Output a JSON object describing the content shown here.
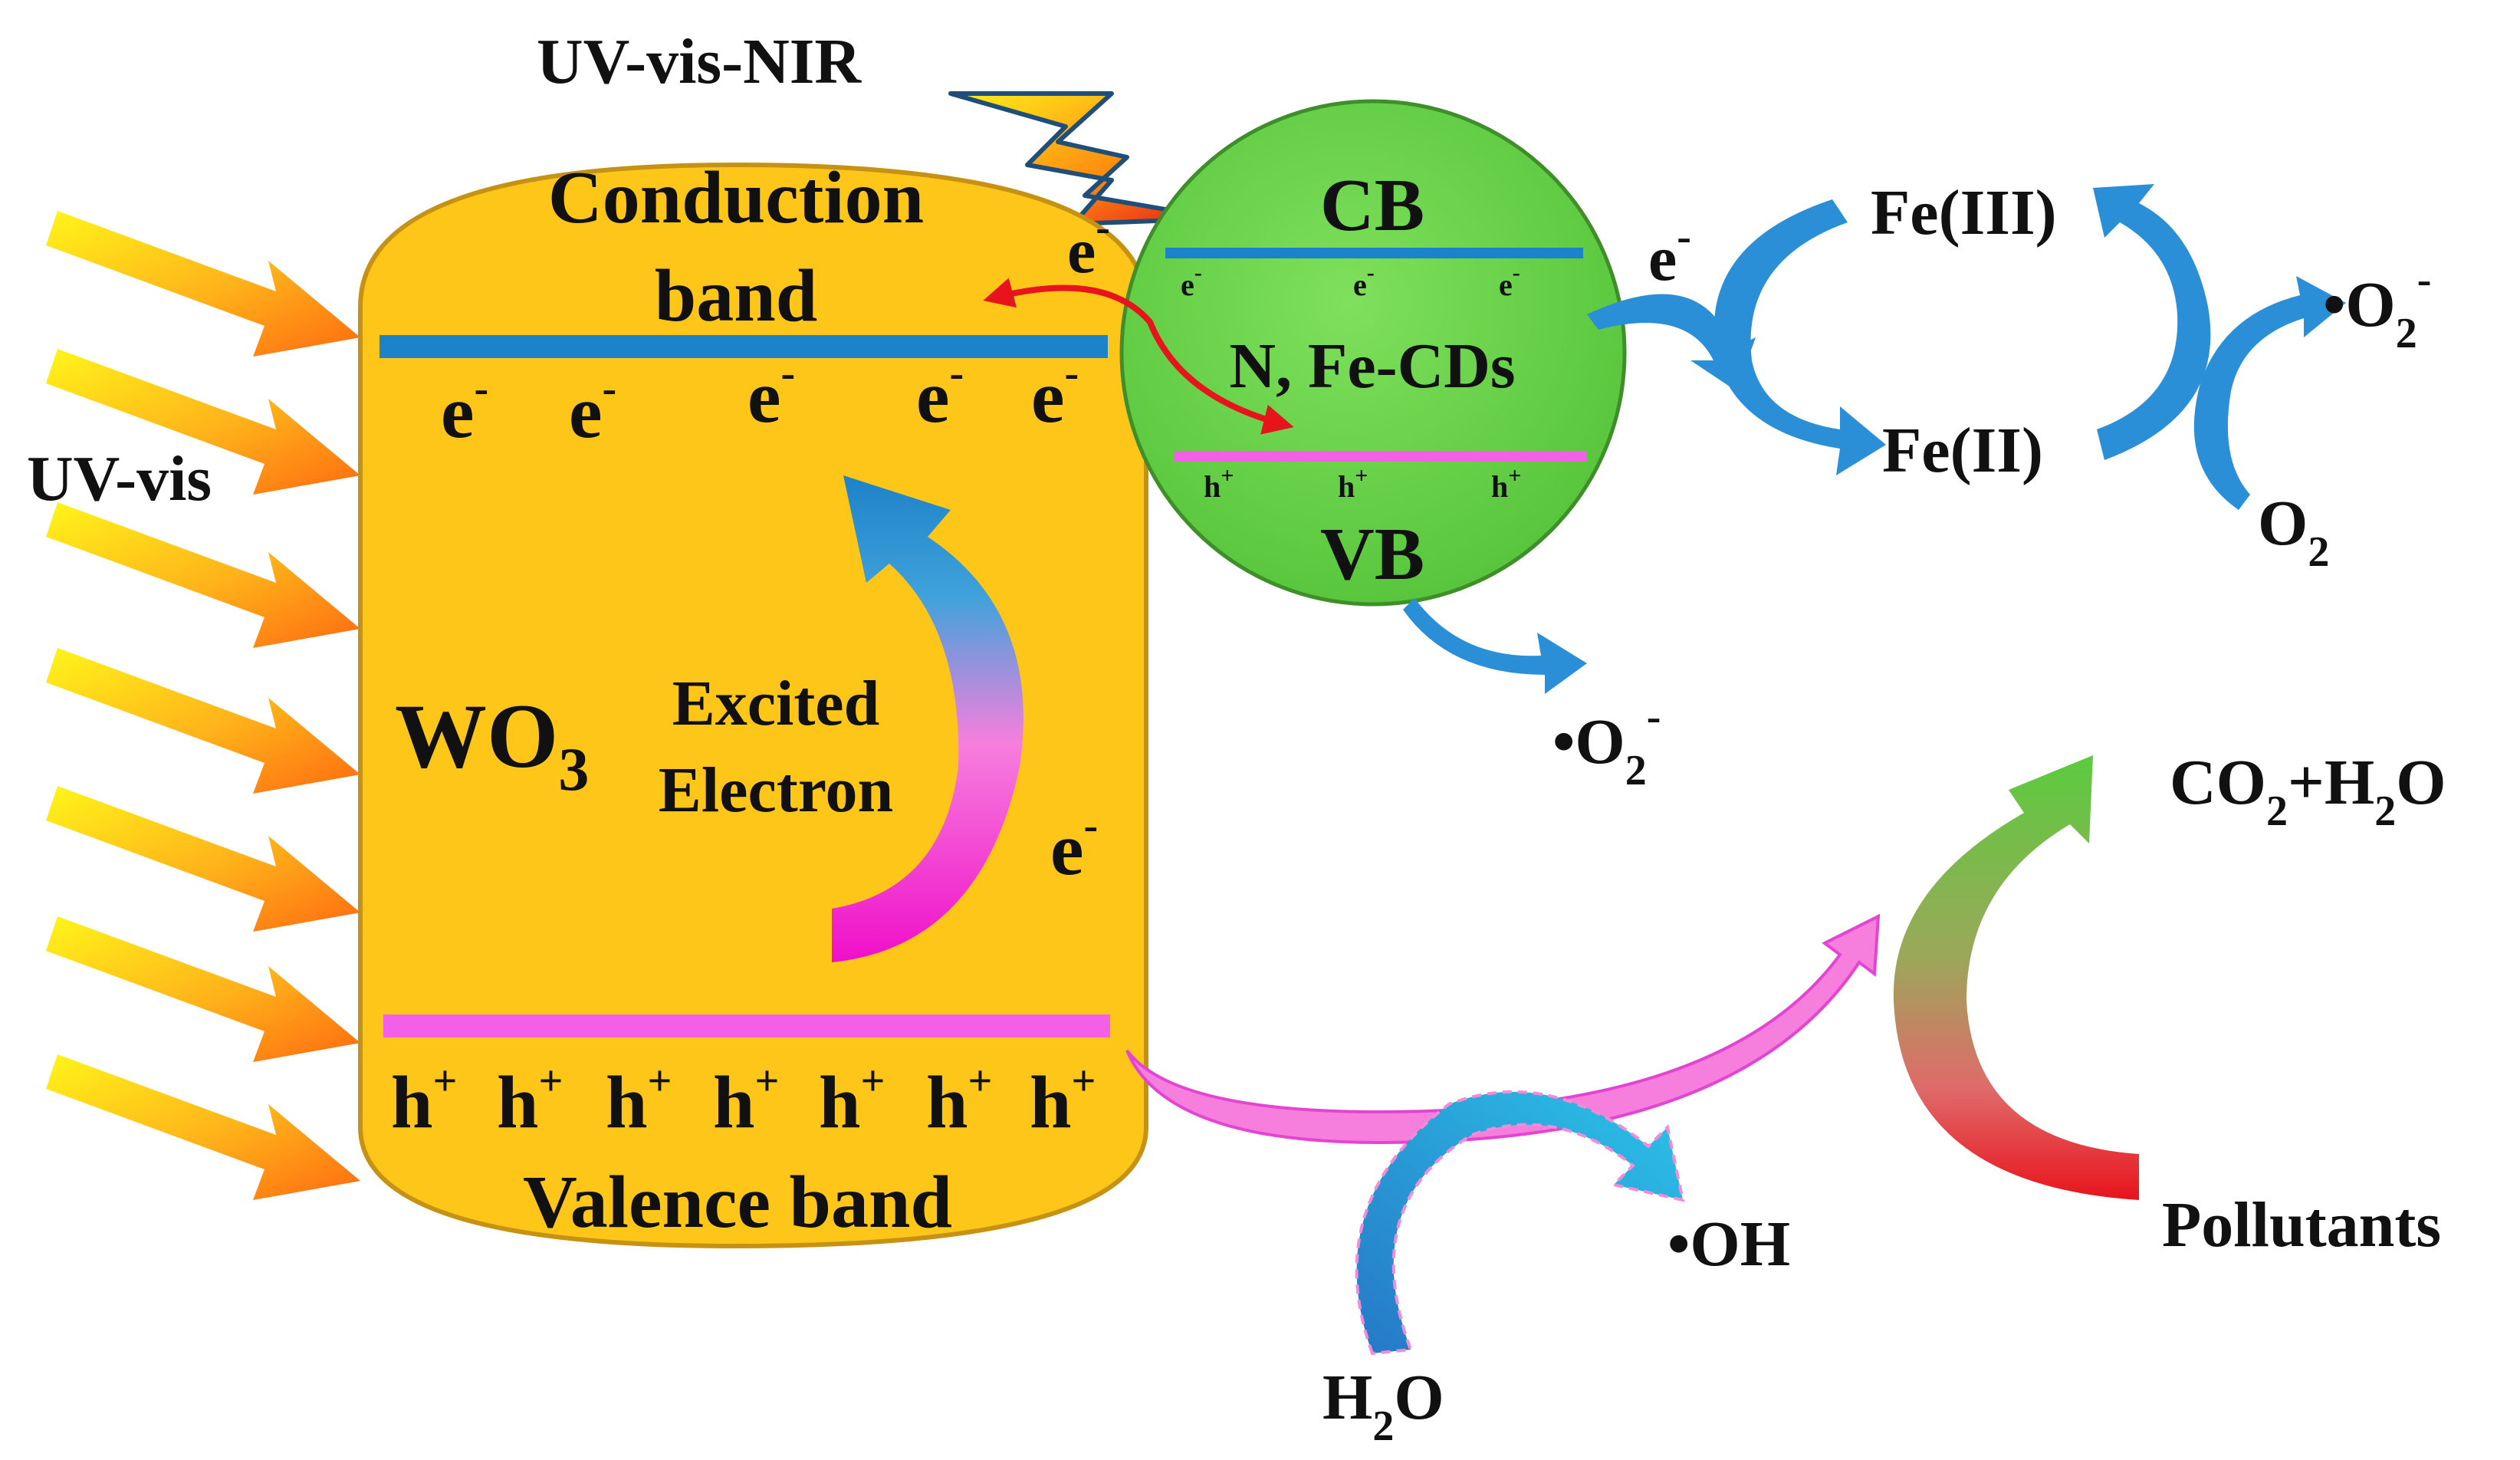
{
  "light_sources": {
    "uv_vis_nir": "UV-vis-NIR",
    "uv_vis": "UV-vis"
  },
  "wo3": {
    "conduction_band": [
      "Conduction",
      "band"
    ],
    "electron": "e",
    "electron_charge": "-",
    "hole": "h",
    "hole_charge": "+",
    "material": "WO",
    "material_sub": "3",
    "excited_electron": [
      "Excited",
      "Electron"
    ],
    "valence_band": "Valence band",
    "fill_color": "#FFC61A",
    "cb_line_color": "#1B83C9",
    "vb_line_color": "#F45FE8"
  },
  "cds": {
    "cb": "CB",
    "vb": "VB",
    "name": "N, Fe-CDs",
    "fill_color": "#6ED64B"
  },
  "iron_cycle": {
    "fe3": "Fe(III)",
    "fe2": "Fe(II)",
    "o2": "O",
    "o2_sub": "2",
    "superoxide": "•O",
    "superoxide_sub": "2",
    "superoxide_charge": "-",
    "electron": "e",
    "electron_charge": "-"
  },
  "products": {
    "superoxide": "•O",
    "superoxide_sub": "2",
    "superoxide_charge": "-",
    "hydroxyl": "•OH",
    "water": [
      "H",
      "2",
      "O"
    ],
    "co2_h2o": [
      "CO",
      "2",
      "+H",
      "2",
      "O"
    ],
    "pollutants": "Pollutants"
  }
}
